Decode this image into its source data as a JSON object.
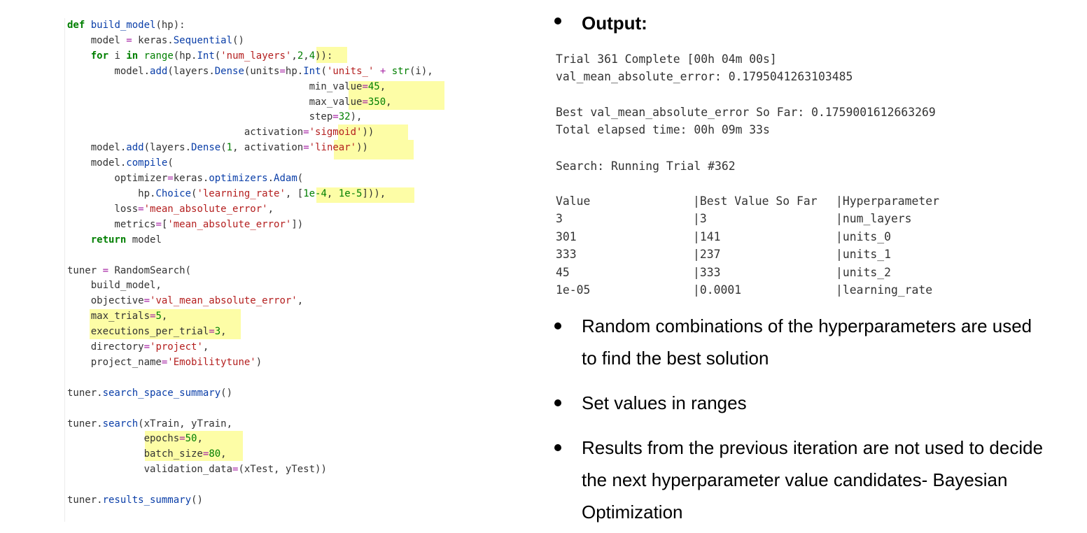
{
  "code": {
    "lines": [
      [
        [
          "kw",
          "def"
        ],
        [
          "t",
          " "
        ],
        [
          "fn",
          "build_model"
        ],
        [
          "t",
          "(hp):"
        ]
      ],
      [
        [
          "t",
          "    model "
        ],
        [
          "op",
          "="
        ],
        [
          "t",
          " keras."
        ],
        [
          "fn",
          "Sequential"
        ],
        [
          "t",
          "()"
        ]
      ],
      [
        [
          "t",
          "    "
        ],
        [
          "kw",
          "for"
        ],
        [
          "t",
          " i "
        ],
        [
          "kw",
          "in"
        ],
        [
          "t",
          " "
        ],
        [
          "bi",
          "range"
        ],
        [
          "t",
          "(hp."
        ],
        [
          "fn",
          "Int"
        ],
        [
          "t",
          "("
        ],
        [
          "str",
          "'num_layers'"
        ],
        [
          "t",
          ","
        ],
        [
          "num",
          "2"
        ],
        [
          "t",
          ","
        ],
        [
          "num",
          "4"
        ],
        [
          "t",
          "))"
        ],
        [
          "t",
          ":"
        ]
      ],
      [
        [
          "t",
          "        model."
        ],
        [
          "fn",
          "add"
        ],
        [
          "t",
          "(layers."
        ],
        [
          "fn",
          "Dense"
        ],
        [
          "t",
          "(units"
        ],
        [
          "op",
          "="
        ],
        [
          "t",
          "hp."
        ],
        [
          "fn",
          "Int"
        ],
        [
          "t",
          "("
        ],
        [
          "str",
          "'units_'"
        ],
        [
          "t",
          " "
        ],
        [
          "op",
          "+"
        ],
        [
          "t",
          " "
        ],
        [
          "bi",
          "str"
        ],
        [
          "t",
          "(i),"
        ]
      ],
      [
        [
          "t",
          "                                         min_value"
        ],
        [
          "op",
          "="
        ],
        [
          "num",
          "45"
        ],
        [
          "t",
          ","
        ]
      ],
      [
        [
          "t",
          "                                         max_value"
        ],
        [
          "op",
          "="
        ],
        [
          "num",
          "350"
        ],
        [
          "t",
          ","
        ]
      ],
      [
        [
          "t",
          "                                         step"
        ],
        [
          "op",
          "="
        ],
        [
          "num",
          "32"
        ],
        [
          "t",
          "),"
        ]
      ],
      [
        [
          "t",
          "                              activation"
        ],
        [
          "op",
          "="
        ],
        [
          "str",
          "'sigmoid'"
        ],
        [
          "t",
          "))"
        ]
      ],
      [
        [
          "t",
          "    model."
        ],
        [
          "fn",
          "add"
        ],
        [
          "t",
          "(layers."
        ],
        [
          "fn",
          "Dense"
        ],
        [
          "t",
          "("
        ],
        [
          "num",
          "1"
        ],
        [
          "t",
          ", activation"
        ],
        [
          "op",
          "="
        ],
        [
          "str",
          "'linear'"
        ],
        [
          "t",
          "))"
        ]
      ],
      [
        [
          "t",
          "    model."
        ],
        [
          "fn",
          "compile"
        ],
        [
          "t",
          "("
        ]
      ],
      [
        [
          "t",
          "        optimizer"
        ],
        [
          "op",
          "="
        ],
        [
          "t",
          "keras."
        ],
        [
          "fn",
          "optimizers"
        ],
        [
          "t",
          "."
        ],
        [
          "fn",
          "Adam"
        ],
        [
          "t",
          "("
        ]
      ],
      [
        [
          "t",
          "            hp."
        ],
        [
          "fn",
          "Choice"
        ],
        [
          "t",
          "("
        ],
        [
          "str",
          "'learning_rate'"
        ],
        [
          "t",
          ", ["
        ],
        [
          "num",
          "1e-4"
        ],
        [
          "t",
          ", "
        ],
        [
          "num",
          "1e-5"
        ],
        [
          "t",
          "])),"
        ]
      ],
      [
        [
          "t",
          "        loss"
        ],
        [
          "op",
          "="
        ],
        [
          "str",
          "'mean_absolute_error'"
        ],
        [
          "t",
          ","
        ]
      ],
      [
        [
          "t",
          "        metrics"
        ],
        [
          "op",
          "="
        ],
        [
          "t",
          "["
        ],
        [
          "str",
          "'mean_absolute_error'"
        ],
        [
          "t",
          "])"
        ]
      ],
      [
        [
          "t",
          "    "
        ],
        [
          "kw",
          "return"
        ],
        [
          "t",
          " model"
        ]
      ],
      [
        [
          "t",
          ""
        ]
      ],
      [
        [
          "t",
          "tuner "
        ],
        [
          "op",
          "="
        ],
        [
          "t",
          " RandomSearch("
        ]
      ],
      [
        [
          "t",
          "    build_model,"
        ]
      ],
      [
        [
          "t",
          "    objective"
        ],
        [
          "op",
          "="
        ],
        [
          "str",
          "'val_mean_absolute_error'"
        ],
        [
          "t",
          ","
        ]
      ],
      [
        [
          "t",
          "    max_trials"
        ],
        [
          "op",
          "="
        ],
        [
          "num",
          "5"
        ],
        [
          "t",
          ","
        ]
      ],
      [
        [
          "t",
          "    executions_per_trial"
        ],
        [
          "op",
          "="
        ],
        [
          "num",
          "3"
        ],
        [
          "t",
          ","
        ]
      ],
      [
        [
          "t",
          "    directory"
        ],
        [
          "op",
          "="
        ],
        [
          "str",
          "'project'"
        ],
        [
          "t",
          ","
        ]
      ],
      [
        [
          "t",
          "    project_name"
        ],
        [
          "op",
          "="
        ],
        [
          "str",
          "'Emobilitytune'"
        ],
        [
          "t",
          ")"
        ]
      ],
      [
        [
          "t",
          ""
        ]
      ],
      [
        [
          "t",
          "tuner."
        ],
        [
          "fn",
          "search_space_summary"
        ],
        [
          "t",
          "()"
        ]
      ],
      [
        [
          "t",
          ""
        ]
      ],
      [
        [
          "t",
          "tuner."
        ],
        [
          "fn",
          "search"
        ],
        [
          "t",
          "(xTrain, yTrain,"
        ]
      ],
      [
        [
          "t",
          "             epochs"
        ],
        [
          "op",
          "="
        ],
        [
          "num",
          "50"
        ],
        [
          "t",
          ","
        ]
      ],
      [
        [
          "t",
          "             batch_size"
        ],
        [
          "op",
          "="
        ],
        [
          "num",
          "80"
        ],
        [
          "t",
          ","
        ]
      ],
      [
        [
          "t",
          "             validation_data"
        ],
        [
          "op",
          "="
        ],
        [
          "t",
          "(xTest, yTest))"
        ]
      ],
      [
        [
          "t",
          ""
        ]
      ],
      [
        [
          "t",
          "tuner."
        ],
        [
          "fn",
          "results_summary"
        ],
        [
          "t",
          "()"
        ]
      ]
    ]
  },
  "output": {
    "heading": "Output:",
    "trial_line": "Trial 361 Complete [00h 04m 00s]",
    "val_line": "val_mean_absolute_error: 0.1795041263103485",
    "best_line": "Best val_mean_absolute_error So Far: 0.1759001612663269",
    "elapsed_line": "Total elapsed time: 00h 09m 33s",
    "search_line": "Search: Running Trial #362",
    "table": {
      "headers": [
        "Value",
        "|Best Value So Far",
        "|Hyperparameter"
      ],
      "rows": [
        [
          "3",
          "|3",
          "|num_layers"
        ],
        [
          "301",
          "|141",
          "|units_0"
        ],
        [
          "333",
          "|237",
          "|units_1"
        ],
        [
          "45",
          "|333",
          "|units_2"
        ],
        [
          "1e-05",
          "|0.0001",
          "|learning_rate"
        ]
      ]
    }
  },
  "bullets": [
    "Random combinations of the hyperparameters are used to find the best solution",
    "Set values in ranges",
    "Results from the previous iteration are not used to decide the next hyperparameter value candidates- Bayesian Optimization"
  ],
  "colors": {
    "keyword": "#007f00",
    "function": "#0a3ea8",
    "string": "#b41f1f",
    "highlight": "#fdfda6"
  }
}
